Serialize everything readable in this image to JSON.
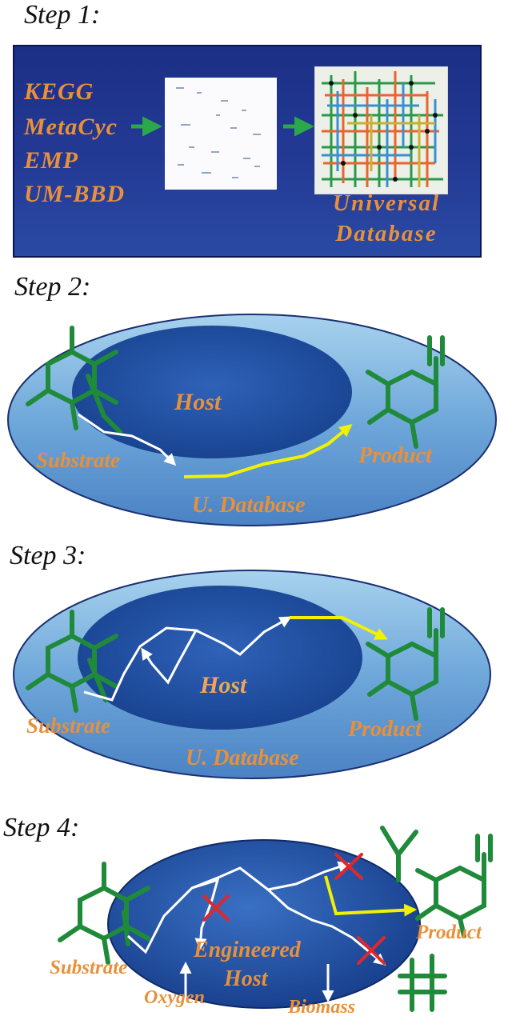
{
  "step1": {
    "title": "Step 1:",
    "databases": [
      "KEGG",
      "MetaCyc",
      "EMP",
      "UM-BBD"
    ],
    "output_line1": "Universal",
    "output_line2": "Database"
  },
  "step2": {
    "title": "Step 2:",
    "host": "Host",
    "substrate": "Substrate",
    "product": "Product",
    "database": "U. Database"
  },
  "step3": {
    "title": "Step 3:",
    "host": "Host",
    "substrate": "Substrate",
    "product": "Product",
    "database": "U. Database"
  },
  "step4": {
    "title": "Step 4:",
    "host_line1": "Engineered",
    "host_line2": "Host",
    "substrate": "Substrate",
    "product": "Product",
    "oxygen": "Oxygen",
    "biomass": "Biomass"
  },
  "colors": {
    "label_orange": "#e8903a",
    "panel_blue": "#1c2f86",
    "molecule_green": "#1f8a3a",
    "pathway_yellow": "#f2f200",
    "knockout_red": "#e0282c"
  }
}
